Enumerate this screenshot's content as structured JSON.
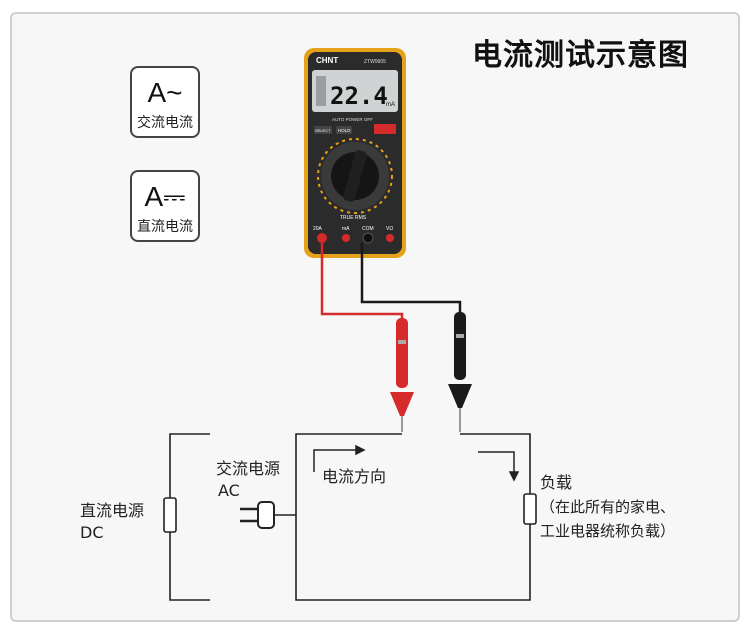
{
  "title": "电流测试示意图",
  "icons": {
    "ac": {
      "symbol": "A~",
      "label": "交流电流"
    },
    "dc": {
      "symbol": "A⎓",
      "label": "直流电流"
    }
  },
  "meter": {
    "brand": "CHNT",
    "model": "ZTW9905",
    "reading": "22.4",
    "unit": "mA",
    "auto_power_off": "AUTO POWER OFF",
    "hold_label": "HOLD",
    "select_label": "SELECT",
    "true_rms": "TRUE RMS",
    "port_20a": "20A",
    "port_ma": "mA",
    "port_com": "COM",
    "port_v": "VΩ"
  },
  "circuit": {
    "ac_source": [
      "交流电源",
      "AC"
    ],
    "dc_source": [
      "直流电源",
      "DC"
    ],
    "current_direction": "电流方向",
    "load": "负载",
    "load_note": [
      "（在此所有的家电、",
      "工业电器统称负载）"
    ]
  },
  "colors": {
    "red_lead": "#d62b2b",
    "black_lead": "#1a1a1a",
    "meter_body": "#2b2b2b",
    "meter_trim": "#e6a11a"
  }
}
